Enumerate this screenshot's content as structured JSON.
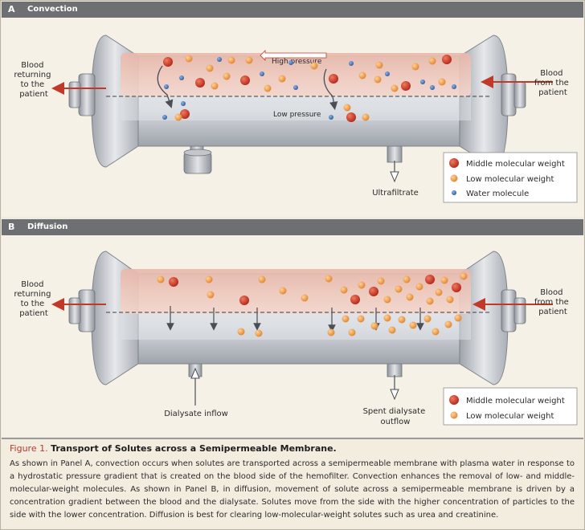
{
  "panel_a": {
    "letter": "A",
    "title": "Convection",
    "left_label": "Blood\nreturning\nto the\npatient",
    "right_label": "Blood\nfrom the\npatient",
    "high_pressure": "High pressure",
    "low_pressure": "Low pressure",
    "outlet_label": "Ultrafiltrate",
    "legend": [
      {
        "label": "Middle molecular weight",
        "color": "#cc3322"
      },
      {
        "label": "Low molecular weight",
        "color": "#ee9a3c"
      },
      {
        "label": "Water molecule",
        "color": "#3b6fb5"
      }
    ]
  },
  "panel_b": {
    "letter": "B",
    "title": "Diffusion",
    "left_label": "Blood\nreturning\nto the\npatient",
    "right_label": "Blood\nfrom the\npatient",
    "inlet_label": "Dialysate inflow",
    "outlet_label": "Spent dialysate\noutflow",
    "legend": [
      {
        "label": "Middle molecular weight",
        "color": "#cc3322"
      },
      {
        "label": "Low molecular weight",
        "color": "#ee9a3c"
      }
    ]
  },
  "caption": {
    "figure_label": "Figure 1.",
    "title": "Transport of Solutes across a Semipermeable Membrane.",
    "body": "As shown in Panel A, convection occurs when solutes are transported across a semipermeable membrane with plasma water in response to a hydrostatic pressure gradient that is created on the blood side of the hemofilter. Convection enhances the removal of low- and middle-molecular-weight molecules. As shown in Panel B, in diffusion, movement of solute across a semipermeable membrane is driven by a concentration gradient between the blood and the dialysate. Solutes move from the side with the higher concentration of particles to the side with the lower concentration. Diffusion is best for clearing low-molecular-weight solutes such as urea and creatinine."
  },
  "colors": {
    "header_bg": "#6e6f72",
    "panel_bg": "#f6f1e6",
    "blood_channel": "#e8b4a6",
    "arrow_red": "#c0392b",
    "middle_mw": "#cc3322",
    "low_mw": "#ee9a3c",
    "water": "#3b6fb5",
    "caption_accent": "#b33a2e"
  }
}
